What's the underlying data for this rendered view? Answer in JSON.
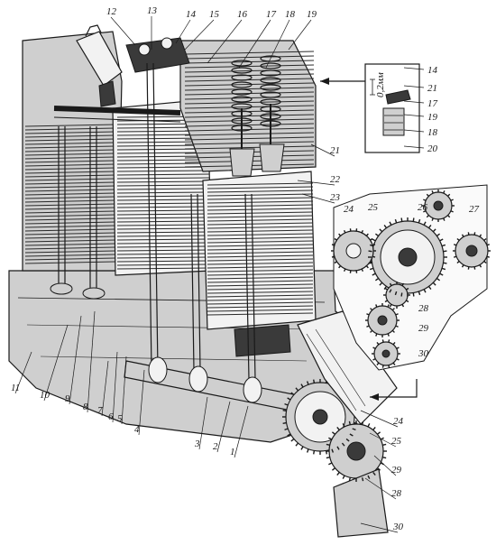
{
  "figure": {
    "numbers": [
      "1",
      "2",
      "3",
      "4",
      "5",
      "6",
      "7",
      "8",
      "9",
      "10",
      "11",
      "12",
      "13",
      "14",
      "15",
      "16",
      "17",
      "18",
      "19",
      "20",
      "21",
      "22",
      "23",
      "24",
      "25",
      "26",
      "27",
      "28",
      "29",
      "30"
    ],
    "inset_top": {
      "clearance_label": "0,2мм",
      "parts": [
        "14",
        "21",
        "17",
        "19",
        "18",
        "20"
      ]
    },
    "inset_gears": {
      "parts": [
        "24",
        "25",
        "26",
        "27",
        "28",
        "29",
        "30"
      ]
    },
    "main_labels": {
      "top": [
        "12",
        "13",
        "14",
        "15",
        "16",
        "17",
        "18",
        "19"
      ],
      "right": [
        "21",
        "22",
        "23",
        "24",
        "25",
        "29",
        "28",
        "30"
      ],
      "bottom": [
        "11",
        "10",
        "9",
        "8",
        "7",
        "6",
        "5",
        "4",
        "3",
        "2",
        "1"
      ]
    }
  }
}
